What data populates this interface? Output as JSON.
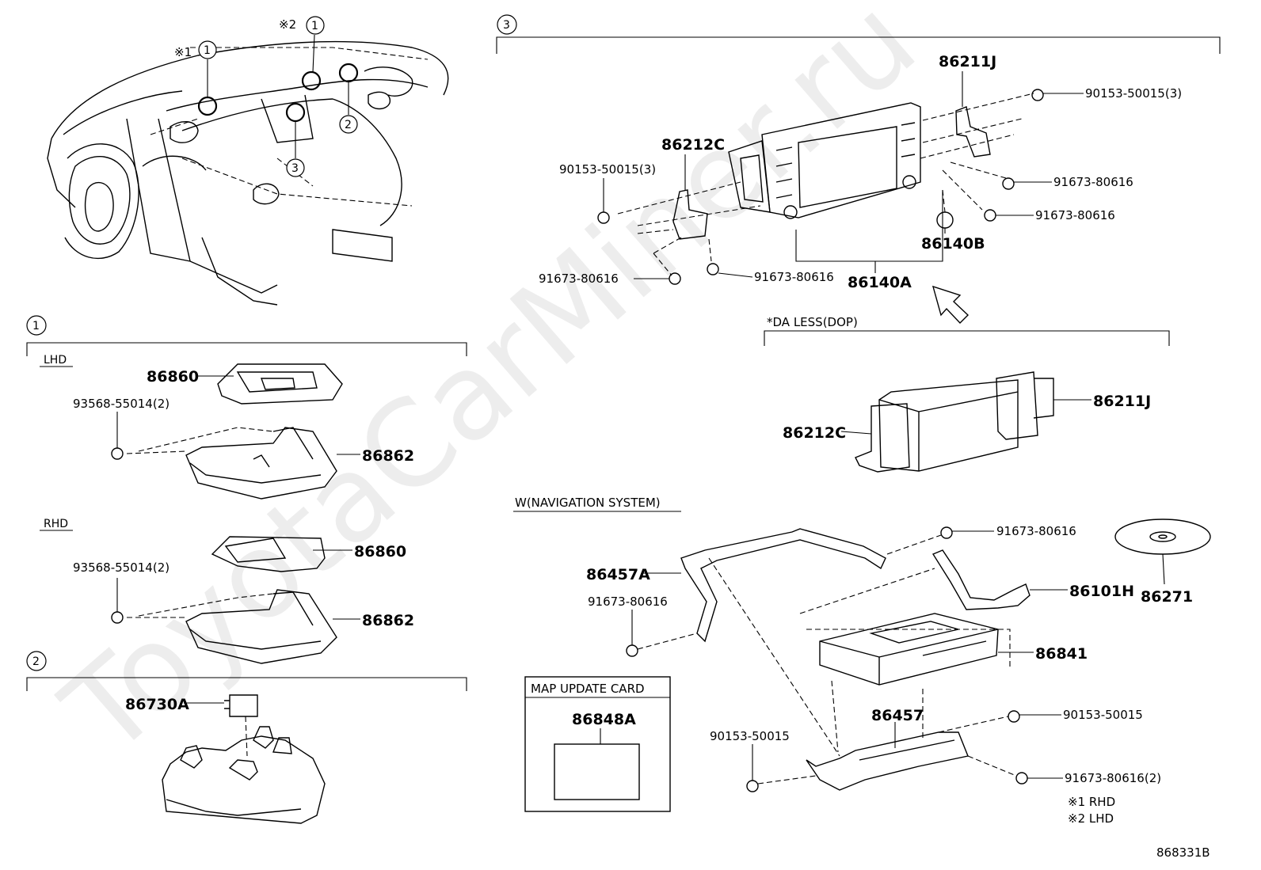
{
  "watermark": "ToyotaCarMiner.ru",
  "diagram_id": "868331B",
  "notes": {
    "note1": "※1 RHD",
    "note2": "※2 LHD"
  },
  "overview": {
    "mark1": "※1",
    "mark2": "※2",
    "callouts": [
      "1",
      "1",
      "2",
      "3"
    ]
  },
  "section1": {
    "number": "1",
    "lhd": {
      "label": "LHD",
      "unit": "86860",
      "bracket": "86862",
      "screw": "93568-55014(2)"
    },
    "rhd": {
      "label": "RHD",
      "unit": "86860",
      "bracket": "86862",
      "screw": "93568-55014(2)"
    }
  },
  "section2": {
    "number": "2",
    "part": "86730A"
  },
  "section3": {
    "number": "3",
    "bracket_right": "86211J",
    "bracket_left": "86212C",
    "head_unit": "86140A",
    "knob": "86140B",
    "screw_left_upper": "90153-50015(3)",
    "screw_right_upper": "90153-50015(3)",
    "screw_right_a": "91673-80616",
    "screw_right_b": "91673-80616",
    "screw_bottom_left": "91673-80616",
    "screw_bottom_mid": "91673-80616"
  },
  "da_less": {
    "title": "*DA LESS(DOP)",
    "bracket_right": "86211J",
    "bracket_left": "86212C"
  },
  "navigation": {
    "title": "W(NAVIGATION SYSTEM)",
    "frame": "86457A",
    "screw_frame": "91673-80616",
    "screw_top": "91673-80616",
    "cable": "86101H",
    "disc": "86271",
    "receiver": "86841",
    "bracket": "86457",
    "screw_right": "90153-50015",
    "screw_left": "90153-50015",
    "screw_right_lower": "91673-80616(2)"
  },
  "map_card": {
    "title": "MAP UPDATE CARD",
    "part": "86848A"
  }
}
